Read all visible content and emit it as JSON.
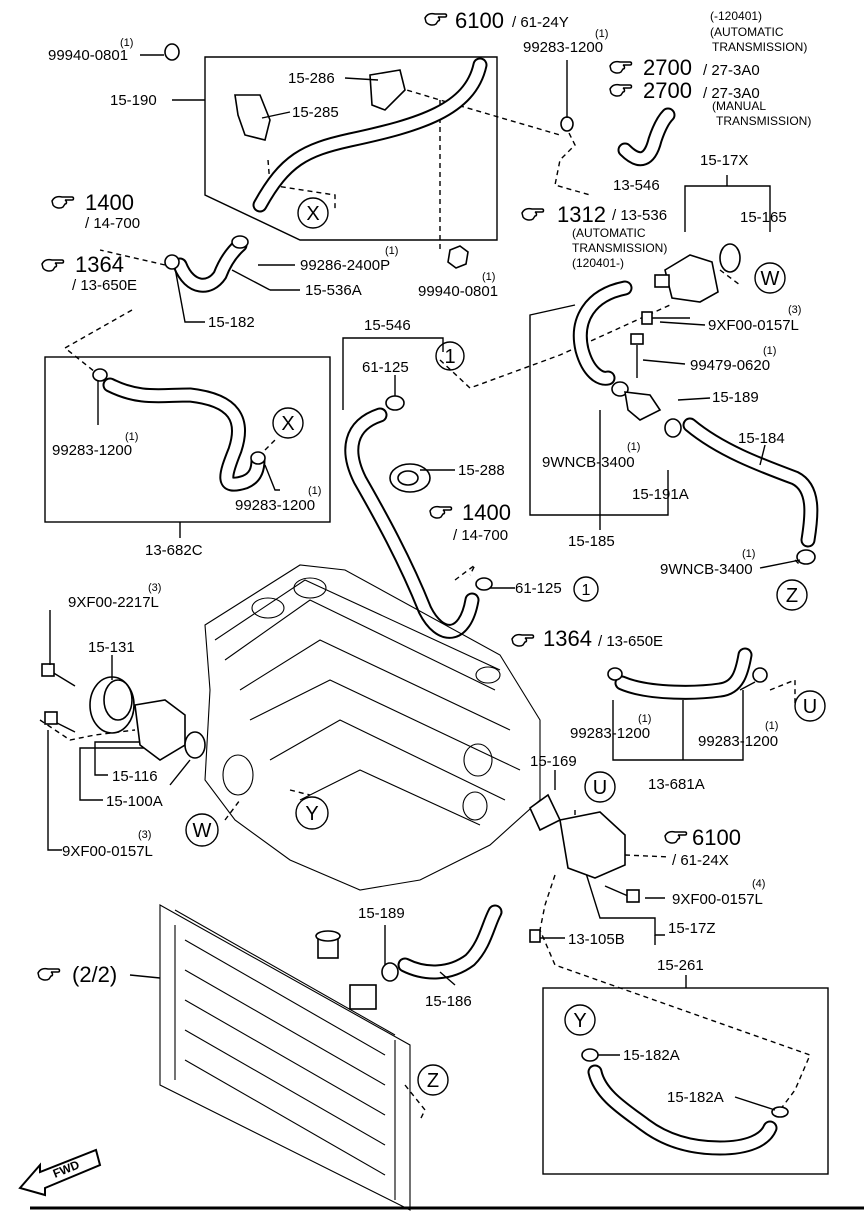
{
  "labels": {
    "l_99940_0801_top": "99940-0801",
    "l_q1_a": "(1)",
    "l_15_190": "15-190",
    "l_15_286": "15-286",
    "l_15_285": "15-285",
    "l_ref_6100_top": "6100",
    "l_ref_61_24Y": "/ 61-24Y",
    "l_q1_b": "(1)",
    "l_99283_1200_top": "99283-1200",
    "l_120401_auto": "(-120401)",
    "l_automatic_1": "(AUTOMATIC",
    "l_transmission_1": "TRANSMISSION)",
    "l_ref_2700_a": "2700",
    "l_ref_27_3A0_a": "/ 27-3A0",
    "l_ref_2700_b": "2700",
    "l_ref_27_3A0_b": "/ 27-3A0",
    "l_manual": "(MANUAL",
    "l_transmission_2": "TRANSMISSION)",
    "l_15_17X": "15-17X",
    "l_13_546": "13-546",
    "l_15_165": "15-165",
    "l_ref_1400_a": "1400",
    "l_ref_14_700_a": "/ 14-700",
    "l_ref_1312": "1312",
    "l_ref_13_536": "/ 13-536",
    "l_automatic_2": "(AUTOMATIC",
    "l_transmission_3": "TRANSMISSION)",
    "l_120401_b": "(120401-)",
    "l_ref_1364_a": "1364",
    "l_ref_13_650E_a": "/ 13-650E",
    "l_q1_c": "(1)",
    "l_99286_2400P": "99286-2400P",
    "l_q1_d": "(1)",
    "l_99940_0801_mid": "99940-0801",
    "l_15_536A": "15-536A",
    "l_15_182": "15-182",
    "l_q3_a": "(3)",
    "l_9XF00_0157L_a": "9XF00-0157L",
    "l_15_546": "15-546",
    "l_61_125_a": "61-125",
    "l_q1_e": "(1)",
    "l_99479_0620": "99479-0620",
    "l_15_189_a": "15-189",
    "l_q1_f": "(1)",
    "l_99283_1200_b": "99283-1200",
    "l_15_288": "15-288",
    "l_15_184": "15-184",
    "l_q1_g": "(1)",
    "l_9WNCB_3400_a": "9WNCB-3400",
    "l_15_191A": "15-191A",
    "l_q1_h": "(1)",
    "l_99283_1200_c": "99283-1200",
    "l_ref_1400_b": "1400",
    "l_ref_14_700_b": "/ 14-700",
    "l_15_185": "15-185",
    "l_13_682C": "13-682C",
    "l_q1_i": "(1)",
    "l_9WNCB_3400_b": "9WNCB-3400",
    "l_61_125_b": "61-125",
    "l_q3_b": "(3)",
    "l_9XF00_2217L": "9XF00-2217L",
    "l_15_131": "15-131",
    "l_ref_1364_b": "1364",
    "l_ref_13_650E_b": "/ 13-650E",
    "l_q1_j": "(1)",
    "l_99283_1200_d": "99283-1200",
    "l_q1_k": "(1)",
    "l_99283_1200_e": "99283-1200",
    "l_13_681A": "13-681A",
    "l_15_116": "15-116",
    "l_15_100A": "15-100A",
    "l_15_169": "15-169",
    "l_q3_c": "(3)",
    "l_9XF00_0157L_b": "9XF00-0157L",
    "l_ref_6100_b": "6100",
    "l_ref_61_24X": "/ 61-24X",
    "l_q4": "(4)",
    "l_9XF00_0157L_c": "9XF00-0157L",
    "l_15_189_b": "15-189",
    "l_15_17Z": "15-17Z",
    "l_13_105B": "13-105B",
    "l_ref_2_2": "(2/2)",
    "l_15_186": "15-186",
    "l_15_261": "15-261",
    "l_15_182A_a": "15-182A",
    "l_15_182A_b": "15-182A",
    "l_fwd": "FWD"
  },
  "callouts": {
    "x_top": "X",
    "w_top": "W",
    "one_a": "1",
    "x_mid": "X",
    "one_b": "1",
    "u_right": "U",
    "u_mid": "U",
    "w_left": "W",
    "y_engine": "Y",
    "z_right": "Z",
    "z_bottom": "Z",
    "y_bottom": "Y"
  },
  "icons": {
    "reference": "pointing-hand-icon",
    "front": "fwd-arrow-icon"
  },
  "colors": {
    "ink": "#000000",
    "paper": "#ffffff"
  }
}
